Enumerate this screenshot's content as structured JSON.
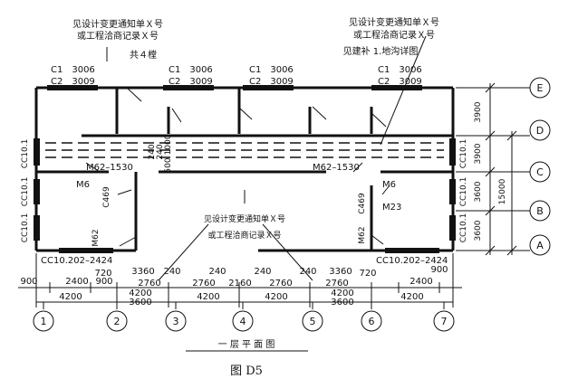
{
  "notes": {
    "top_left_1": "见设计变更通知单Ｘ号",
    "top_left_2": "或工程洽商记录Ｘ号",
    "top_left_3": "共４樘",
    "top_right_1": "见设计变更通知单Ｘ号",
    "top_right_2": "或工程洽商记录Ｘ号",
    "top_right_3": "见建补 1.地沟详图",
    "mid_1": "见设计变更通知单Ｘ号",
    "mid_2": "或工程洽商记录Ｘ号"
  },
  "windows": {
    "c1": "C1　3006",
    "c2": "C2　3009",
    "cc101": "CC10.1",
    "cc102": "CC10.202–2424"
  },
  "doors": {
    "m62_1530": "M62–1530",
    "m6": "M6",
    "m23": "M23",
    "m62": "M62",
    "c469": "C469"
  },
  "corridor_dims": [
    "240",
    "240",
    "1000",
    "500"
  ],
  "right_dims": [
    "3900",
    "3900",
    "3600",
    "3600"
  ],
  "right_total": "15000",
  "row_a": [
    "900",
    "2400",
    "900",
    "2400",
    "900"
  ],
  "row_b": [
    "720",
    "3360",
    "240",
    "240",
    "240",
    "240",
    "3360",
    "720"
  ],
  "row_c": [
    "2760",
    "2760",
    "2160",
    "2760",
    "2760"
  ],
  "row_d": [
    "4200",
    "4200",
    "4200",
    "4200",
    "3600",
    "3600",
    "4200",
    "4200"
  ],
  "axes_cols": [
    "1",
    "2",
    "3",
    "4",
    "5",
    "6",
    "7"
  ],
  "axes_rows": [
    "E",
    "D",
    "C",
    "B",
    "A"
  ],
  "plan_title": "一 层 平 面 图",
  "caption": "图 D5"
}
